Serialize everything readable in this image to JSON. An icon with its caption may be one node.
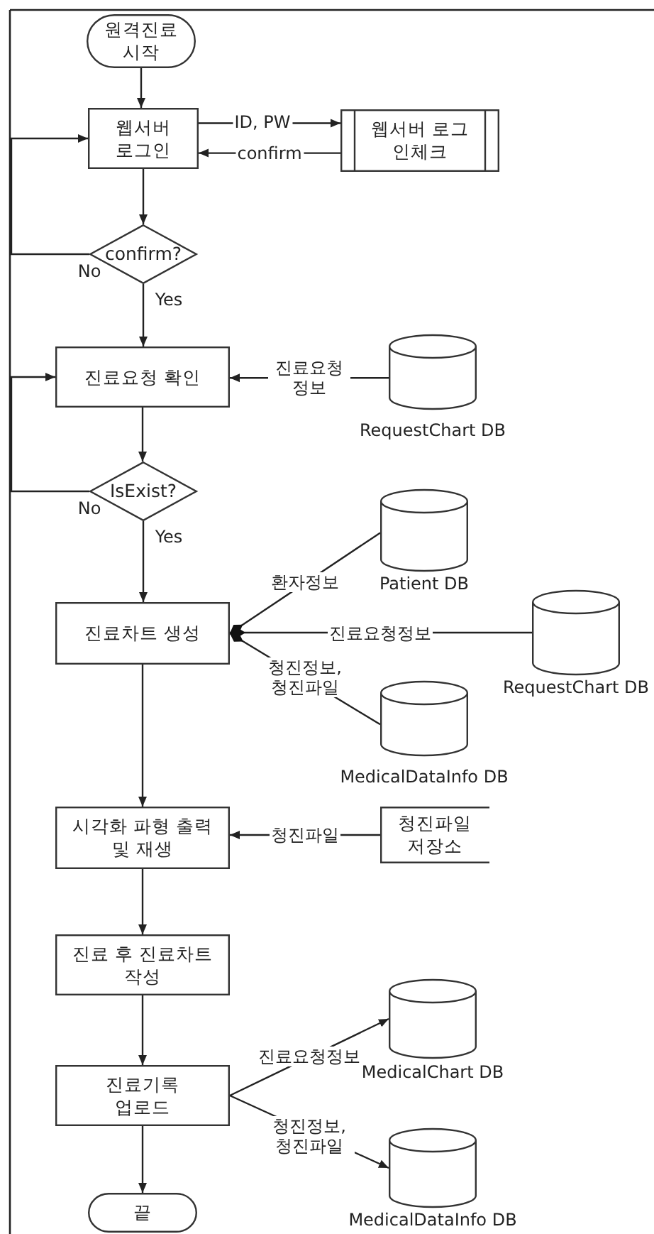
{
  "diagram": {
    "nodes": [
      {
        "text": [
          "원격진료 시작"
        ]
      },
      {
        "text": [
          "웹서버 로그인"
        ]
      },
      {
        "text": [
          "웹서버 로그인체크"
        ]
      },
      {
        "text": [
          "confirm?"
        ]
      },
      {
        "text": [
          "진료요청 확인"
        ]
      },
      {
        "text": [],
        "shape": "cylinder",
        "beside": [
          "RequestChart DB"
        ]
      },
      {
        "text": [
          "IsExist?"
        ]
      },
      {
        "text": [
          "진료차트 생성"
        ]
      },
      {
        "text": [],
        "shape": "cylinder",
        "beside": [
          "Patient DB"
        ]
      },
      {
        "text": [],
        "shape": "cylinder",
        "beside": [
          "RequestChart DB"
        ]
      },
      {
        "text": [],
        "shape": "cylinder",
        "beside": [
          "MedicalDataInfo DB"
        ]
      },
      {
        "text": [
          "시각화 파형 출력 및 재생"
        ]
      },
      {
        "text": [
          "청진파일 저장소"
        ]
      },
      {
        "text": [
          "진료 후 진료차트 작성"
        ]
      },
      {
        "text": [
          "진료기록 업로드"
        ]
      },
      {
        "text": [],
        "shape": "cylinder",
        "beside": [
          "MedicalChart DB"
        ]
      },
      {
        "text": [],
        "shape": "cylinder",
        "beside": [
          "MedicalDataInfo DB"
        ]
      },
      {
        "text": [
          "끝"
        ]
      }
    ],
    "edges": [
      {
        "from": 0,
        "to": 1,
        "arrow": "to"
      },
      {
        "from": 1,
        "to": 2,
        "arrow": "to",
        "label": "ID, PW"
      },
      {
        "from": 2,
        "to": 1,
        "arrow": "to",
        "label": "confirm"
      },
      {
        "from": 1,
        "to": 3,
        "arrow": "to"
      },
      {
        "from": 3,
        "to": 1,
        "arrow": "to",
        "label": "No"
      },
      {
        "from": 3,
        "to": 4,
        "arrow": "to",
        "label": "Yes"
      },
      {
        "from": 5,
        "to": 4,
        "arrow": "to",
        "label": "진료요청 정보"
      },
      {
        "from": 4,
        "to": 6,
        "arrow": "to"
      },
      {
        "from": 6,
        "to": 4,
        "arrow": "to",
        "label": "No"
      },
      {
        "from": 6,
        "to": 7,
        "arrow": "to",
        "label": "Yes"
      },
      {
        "from": 8,
        "to": 7,
        "arrow": "other",
        "label": "환자정보"
      },
      {
        "from": 9,
        "to": 7,
        "arrow": "other",
        "label": "진료요청정보"
      },
      {
        "from": 10,
        "to": 7,
        "arrow": "other",
        "label": "청진정보, 청진파일"
      },
      {
        "from": 7,
        "to": 11,
        "arrow": "to"
      },
      {
        "from": 12,
        "to": 11,
        "arrow": "to",
        "label": "청진파일"
      },
      {
        "from": 11,
        "to": 13,
        "arrow": "to"
      },
      {
        "from": 13,
        "to": 14,
        "arrow": "to"
      },
      {
        "from": 14,
        "to": 15,
        "arrow": "to",
        "label": "진료요청정보"
      },
      {
        "from": 14,
        "to": 16,
        "arrow": "to",
        "label": "청진정보, 청진파일"
      },
      {
        "from": 14,
        "to": 17,
        "arrow": "to"
      }
    ]
  }
}
